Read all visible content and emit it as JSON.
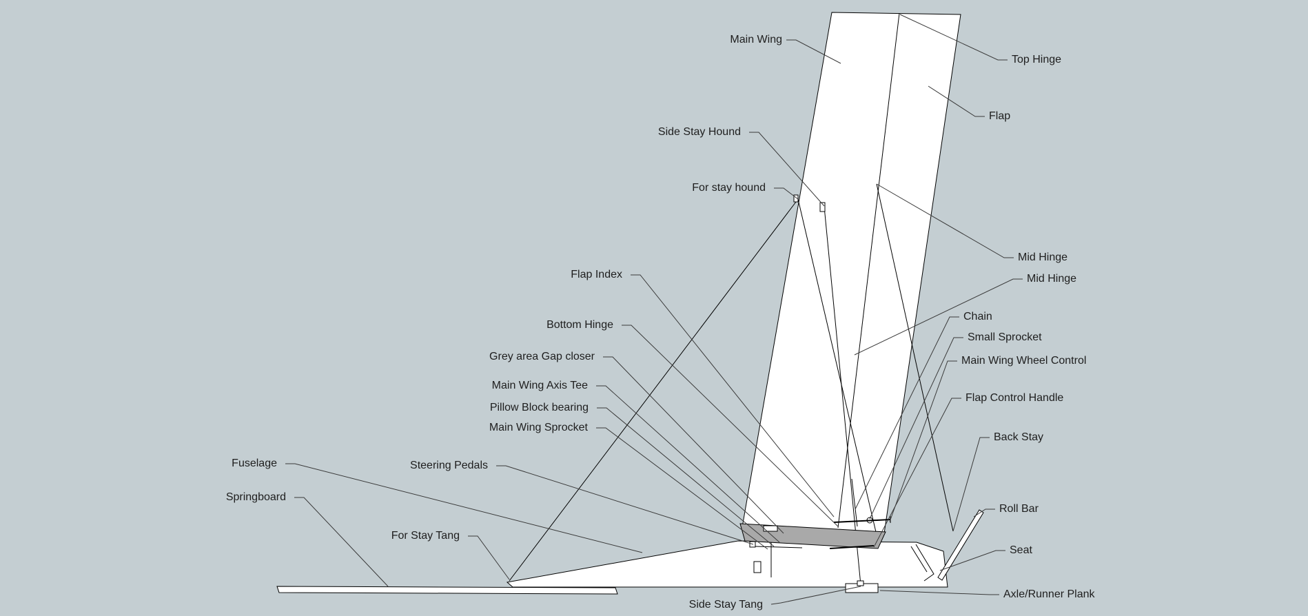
{
  "colors": {
    "background": "#c4ced2",
    "wing_fill": "#ffffff",
    "gap_closer_fill": "#a9a9a9",
    "line": "#000000",
    "label_text": "#1e1e1e"
  },
  "labels": {
    "main_wing": "Main Wing",
    "top_hinge": "Top Hinge",
    "flap": "Flap",
    "side_stay_hound": "Side Stay Hound",
    "for_stay_hound": "For stay hound",
    "mid_hinge_upper": "Mid Hinge",
    "mid_hinge_lower": "Mid Hinge",
    "flap_index": "Flap Index",
    "chain": "Chain",
    "bottom_hinge": "Bottom Hinge",
    "small_sprocket": "Small Sprocket",
    "grey_area_gap_closer": "Grey area Gap closer",
    "main_wing_wheel_control": "Main Wing Wheel Control",
    "main_wing_axis_tee": "Main Wing Axis Tee",
    "flap_control_handle": "Flap Control Handle",
    "pillow_block_bearing": "Pillow Block bearing",
    "main_wing_sprocket": "Main Wing Sprocket",
    "back_stay": "Back Stay",
    "fuselage": "Fuselage",
    "steering_pedals": "Steering Pedals",
    "roll_bar": "Roll Bar",
    "springboard": "Springboard",
    "seat": "Seat",
    "for_stay_tang": "For Stay Tang",
    "axle_runner_plank": "Axle/Runner Plank",
    "side_stay_tang": "Side Stay Tang"
  }
}
